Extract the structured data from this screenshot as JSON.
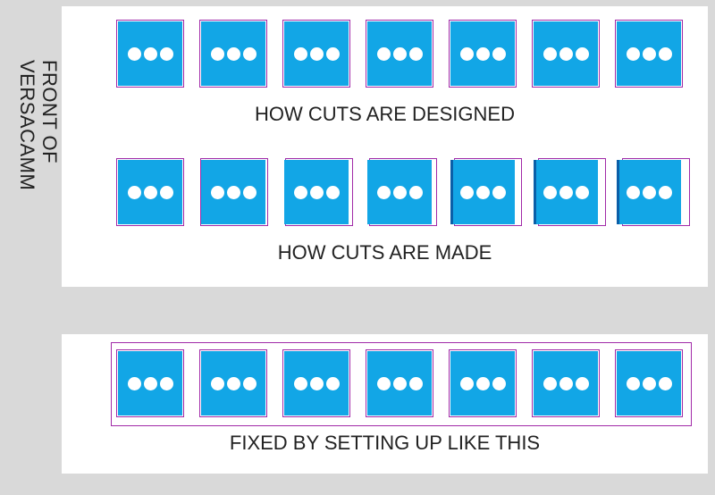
{
  "side_label": {
    "line1": "FRONT OF",
    "line2": "VERSACAMM"
  },
  "captions": {
    "designed": "HOW CUTS ARE DESIGNED",
    "made": "HOW CUTS ARE MADE",
    "fixed": "FIXED BY SETTING UP LIKE THIS"
  },
  "colors": {
    "background": "#d9d9d9",
    "panel": "#ffffff",
    "sticker_fill": "#12a6e6",
    "cut_line": "#a12aa8",
    "dot": "#ffffff"
  },
  "icons": {
    "sticker": "ellipsis-icon"
  },
  "rows": {
    "designed": {
      "count": 7,
      "drift": "none"
    },
    "made": {
      "count": 7,
      "drift": "increasing-right"
    },
    "fixed": {
      "count": 7,
      "drift": "none",
      "outer_frame": true
    }
  }
}
